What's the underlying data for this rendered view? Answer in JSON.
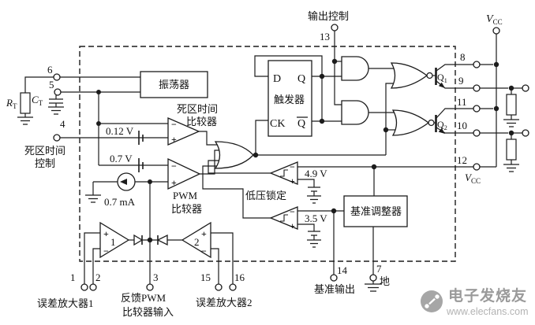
{
  "blocks": {
    "oscillator": "振荡器",
    "flip_flop": "触发器",
    "flip_flop_d": "D",
    "flip_flop_q": "Q",
    "flip_flop_ck": "CK",
    "flip_flop_qbar": "Q",
    "reference_regulator": "基准调整器"
  },
  "comparators": {
    "dead_time_label_1": "死区时间",
    "dead_time_label_2": "比较器",
    "pwm_label_1": "PWM",
    "pwm_label_2": "比较器",
    "uvlo_label": "低压锁定",
    "uvlo_threshold_1": "4.9 V",
    "uvlo_threshold_2": "3.5 V",
    "offset_1": "0.12 V",
    "offset_2": "0.7 V",
    "current_source": "0.7 mA"
  },
  "pins": {
    "1": "1",
    "2": "2",
    "3": "3",
    "4": "4",
    "5": "5",
    "6": "6",
    "7": "7",
    "8": "8",
    "9": "9",
    "10": "10",
    "11": "11",
    "12": "12",
    "13": "13",
    "14": "14",
    "15": "15",
    "16": "16"
  },
  "pin_labels": {
    "dead_time_control_1": "死区时间",
    "dead_time_control_2": "控制",
    "output_control": "输出控制",
    "error_amp_1": "误差放大器1",
    "feedback_1": "反馈PWM",
    "feedback_2": "比较器输入",
    "error_amp_2": "误差放大器2",
    "ref_output": "基准输出",
    "ground": "地"
  },
  "sym": {
    "plus": "+",
    "minus": "−",
    "v": "V",
    "cc": "CC",
    "r": "R",
    "c": "C",
    "t": "T",
    "q": "Q",
    "one": "1",
    "two": "2"
  },
  "watermark": {
    "brand": "电子发烧友",
    "url": "www.elecfans.com"
  },
  "colors": {
    "line": "#1c1c1c",
    "watermark": "#9a9a9a"
  }
}
